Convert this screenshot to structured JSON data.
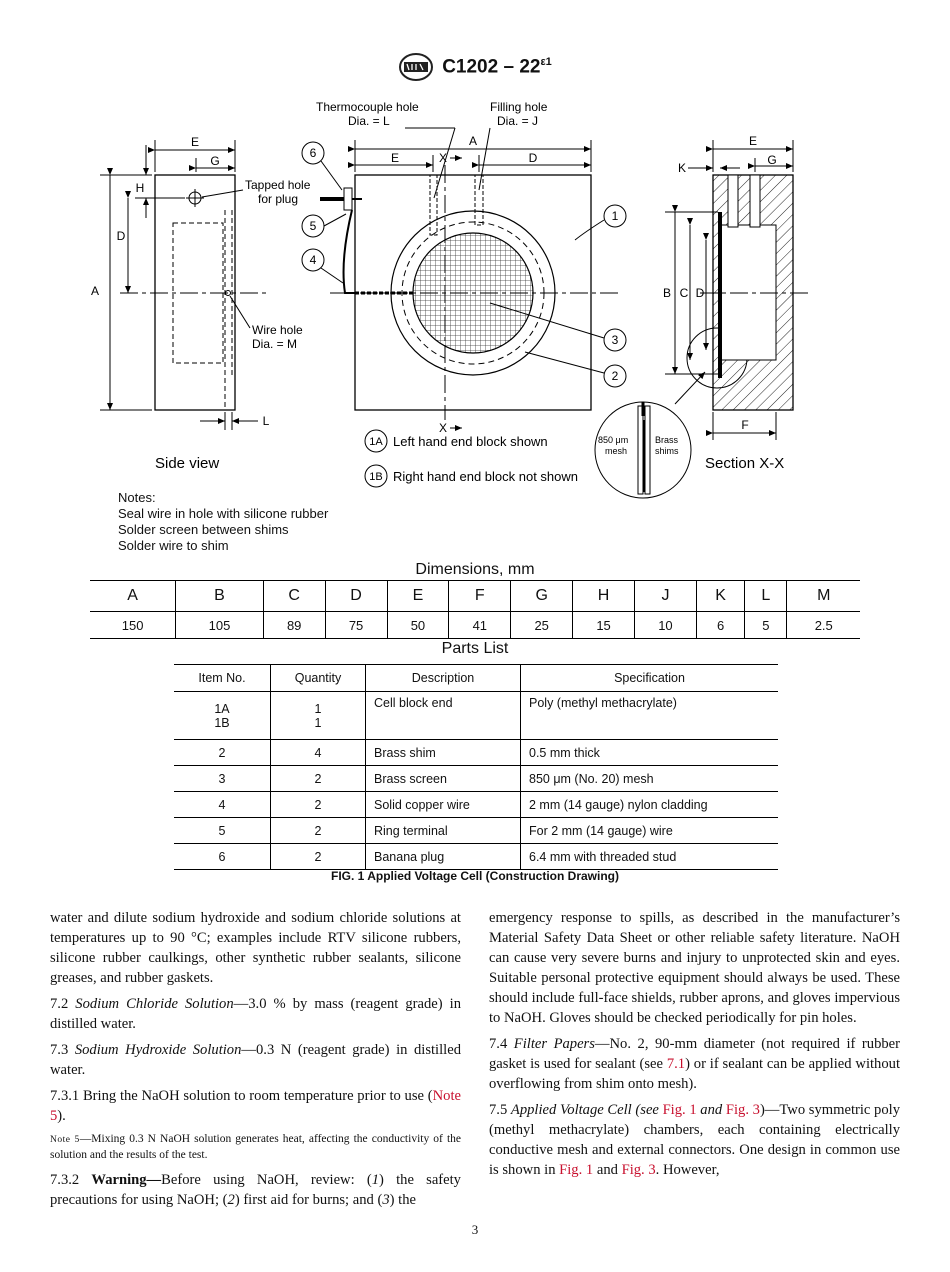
{
  "header": {
    "standard": "C1202 – 22",
    "superscript": "ε1"
  },
  "drawing": {
    "labels": {
      "thermocouple": "Thermocouple hole",
      "thermocouple_dia": "Dia. = L",
      "filling": "Filling hole",
      "filling_dia": "Dia. = J",
      "tapped": "Tapped hole",
      "tapped2": "for plug",
      "wire_hole": "Wire hole",
      "wire_dia": "Dia. = M",
      "side_view": "Side view",
      "section": "Section X-X",
      "legend_1a": "Left hand end block shown",
      "legend_1b": "Right hand end block not shown",
      "mesh": "850 μm",
      "mesh2": "mesh",
      "brass": "Brass",
      "shims": "shims",
      "A": "A",
      "B": "B",
      "C": "C",
      "D": "D",
      "E": "E",
      "F": "F",
      "G": "G",
      "H": "H",
      "J": "J",
      "K": "K",
      "L": "L",
      "M": "M",
      "X": "X",
      "c1": "1",
      "c2": "2",
      "c3": "3",
      "c4": "4",
      "c5": "5",
      "c6": "6",
      "c1a": "1A",
      "c1b": "1B"
    }
  },
  "notes": {
    "title": "Notes:",
    "lines": [
      "Seal wire in hole with silicone rubber",
      "Solder screen between shims",
      "Solder wire to shim"
    ]
  },
  "dimensions": {
    "title": "Dimensions, mm",
    "headers": [
      "A",
      "B",
      "C",
      "D",
      "E",
      "F",
      "G",
      "H",
      "J",
      "K",
      "L",
      "M"
    ],
    "values": [
      "150",
      "105",
      "89",
      "75",
      "50",
      "41",
      "25",
      "15",
      "10",
      "6",
      "5",
      "2.5"
    ]
  },
  "parts": {
    "title": "Parts List",
    "headers": [
      "Item No.",
      "Quantity",
      "Description",
      "Specification"
    ],
    "rows": [
      {
        "item": "1A",
        "item2": "1B",
        "qty": "1",
        "qty2": "1",
        "desc": "Cell block end",
        "spec": "Poly (methyl methacrylate)"
      },
      {
        "item": "2",
        "qty": "4",
        "desc": "Brass shim",
        "spec": "0.5 mm thick"
      },
      {
        "item": "3",
        "qty": "2",
        "desc": "Brass screen",
        "spec": "850 μm (No. 20) mesh"
      },
      {
        "item": "4",
        "qty": "2",
        "desc": "Solid copper wire",
        "spec": "2 mm (14 gauge) nylon cladding"
      },
      {
        "item": "5",
        "qty": "2",
        "desc": "Ring terminal",
        "spec": "For 2 mm (14 gauge) wire"
      },
      {
        "item": "6",
        "qty": "2",
        "desc": "Banana plug",
        "spec": "6.4 mm with threaded stud"
      }
    ]
  },
  "caption": "FIG. 1 Applied Voltage Cell (Construction Drawing)",
  "text": {
    "p1": "water and dilute sodium hydroxide and sodium chloride solutions at temperatures up to 90 °C; examples include RTV silicone rubbers, silicone rubber caulkings, other synthetic rubber sealants, silicone greases, and rubber gaskets.",
    "p72_num": "7.2",
    "p72_title": "Sodium Chloride Solution",
    "p72_body": "—3.0 % by mass (reagent grade) in distilled water.",
    "p73_num": "7.3",
    "p73_title": "Sodium Hydroxide Solution",
    "p73_body": "—0.3 N (reagent grade) in distilled water.",
    "p731_a": "7.3.1 Bring the NaOH solution to room temperature prior to use (",
    "p731_link": "Note 5",
    "p731_b": ").",
    "note5_label": "Note 5",
    "note5_body": "—Mixing 0.3 N NaOH solution generates heat, affecting the conductivity of the solution and the results of the test.",
    "p732_num": "7.3.2",
    "p732_warn": "Warning—",
    "p732_a": "Before using NaOH, review: (",
    "p732_i1": "1",
    "p732_b": ") the safety precautions for using NaOH; (",
    "p732_i2": "2",
    "p732_c": ") first aid for burns; and (",
    "p732_i3": "3",
    "p732_d": ") the",
    "p2": "emergency response to spills, as described in the manufacturer’s Material Safety Data Sheet or other reliable safety literature. NaOH can cause very severe burns and injury to unprotected skin and eyes. Suitable personal protective equipment should always be used. These should include full-face shields, rubber aprons, and gloves impervious to NaOH. Gloves should be checked periodically for pin holes.",
    "p74_num": "7.4",
    "p74_title": "Filter Papers",
    "p74_a": "—No. 2, 90-mm diameter (not required if rubber gasket is used for sealant (see ",
    "p74_link": "7.1",
    "p74_b": ") or if sealant can be applied without overflowing from shim onto mesh).",
    "p75_num": "7.5",
    "p75_title": "Applied Voltage Cell (see ",
    "p75_link1": "Fig. 1",
    "p75_and": " and ",
    "p75_link2": "Fig. 3",
    "p75_a": ")—Two symmetric poly (methyl methacrylate) chambers, each containing electrically conductive mesh and external connectors. One design in common use is shown in ",
    "p75_link3": "Fig. 1",
    "p75_and2": " and ",
    "p75_link4": "Fig. 3",
    "p75_b": ". However,"
  },
  "page_number": "3"
}
